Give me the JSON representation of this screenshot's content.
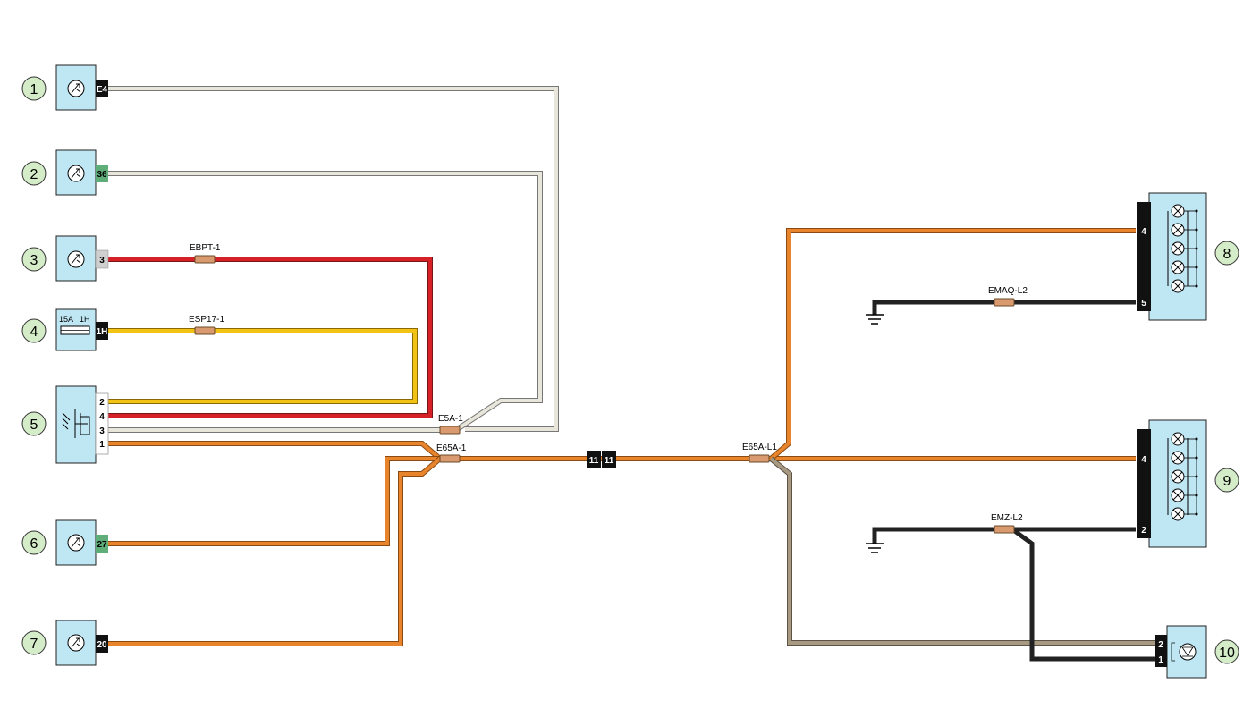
{
  "colors": {
    "white_wire": "#e8e6da",
    "red_wire": "#d62027",
    "yellow_wire": "#f2c314",
    "orange_wire": "#e8842c",
    "black_wire": "#222222",
    "tan_wire": "#a89a82",
    "component_fill": "#bfe6f3",
    "callout_fill": "#d4ecc8",
    "splice_fill": "#d89a6e",
    "green_pin": "#5fae7a",
    "grey_pin": "#cfcfcf"
  },
  "components": [
    {
      "number": "1",
      "pin": "E4",
      "icon": "sensor-icon"
    },
    {
      "number": "2",
      "pin": "36",
      "icon": "sensor-icon"
    },
    {
      "number": "3",
      "pin": "3",
      "icon": "sensor-icon"
    },
    {
      "number": "4",
      "pin": "1H",
      "fuse_rating": "15A",
      "fuse_id": "1H",
      "icon": "fuse-icon"
    },
    {
      "number": "5",
      "pins": [
        "2",
        "4",
        "3",
        "1"
      ],
      "icon": "switch-icon"
    },
    {
      "number": "6",
      "pin": "27",
      "icon": "sensor-icon"
    },
    {
      "number": "7",
      "pin": "20",
      "icon": "sensor-icon"
    },
    {
      "number": "8",
      "pins": [
        "4",
        "5"
      ],
      "icon": "lamp-array-icon"
    },
    {
      "number": "9",
      "pins": [
        "4",
        "2"
      ],
      "icon": "lamp-array-icon"
    },
    {
      "number": "10",
      "pins": [
        "2",
        "1"
      ],
      "icon": "led-icon"
    }
  ],
  "splices": [
    "EBPT-1",
    "ESP17-1",
    "E5A-1",
    "E65A-1",
    "E65A-L1",
    "EMAQ-L2",
    "EMZ-L2"
  ],
  "connector": {
    "left": "11",
    "right": "11"
  }
}
